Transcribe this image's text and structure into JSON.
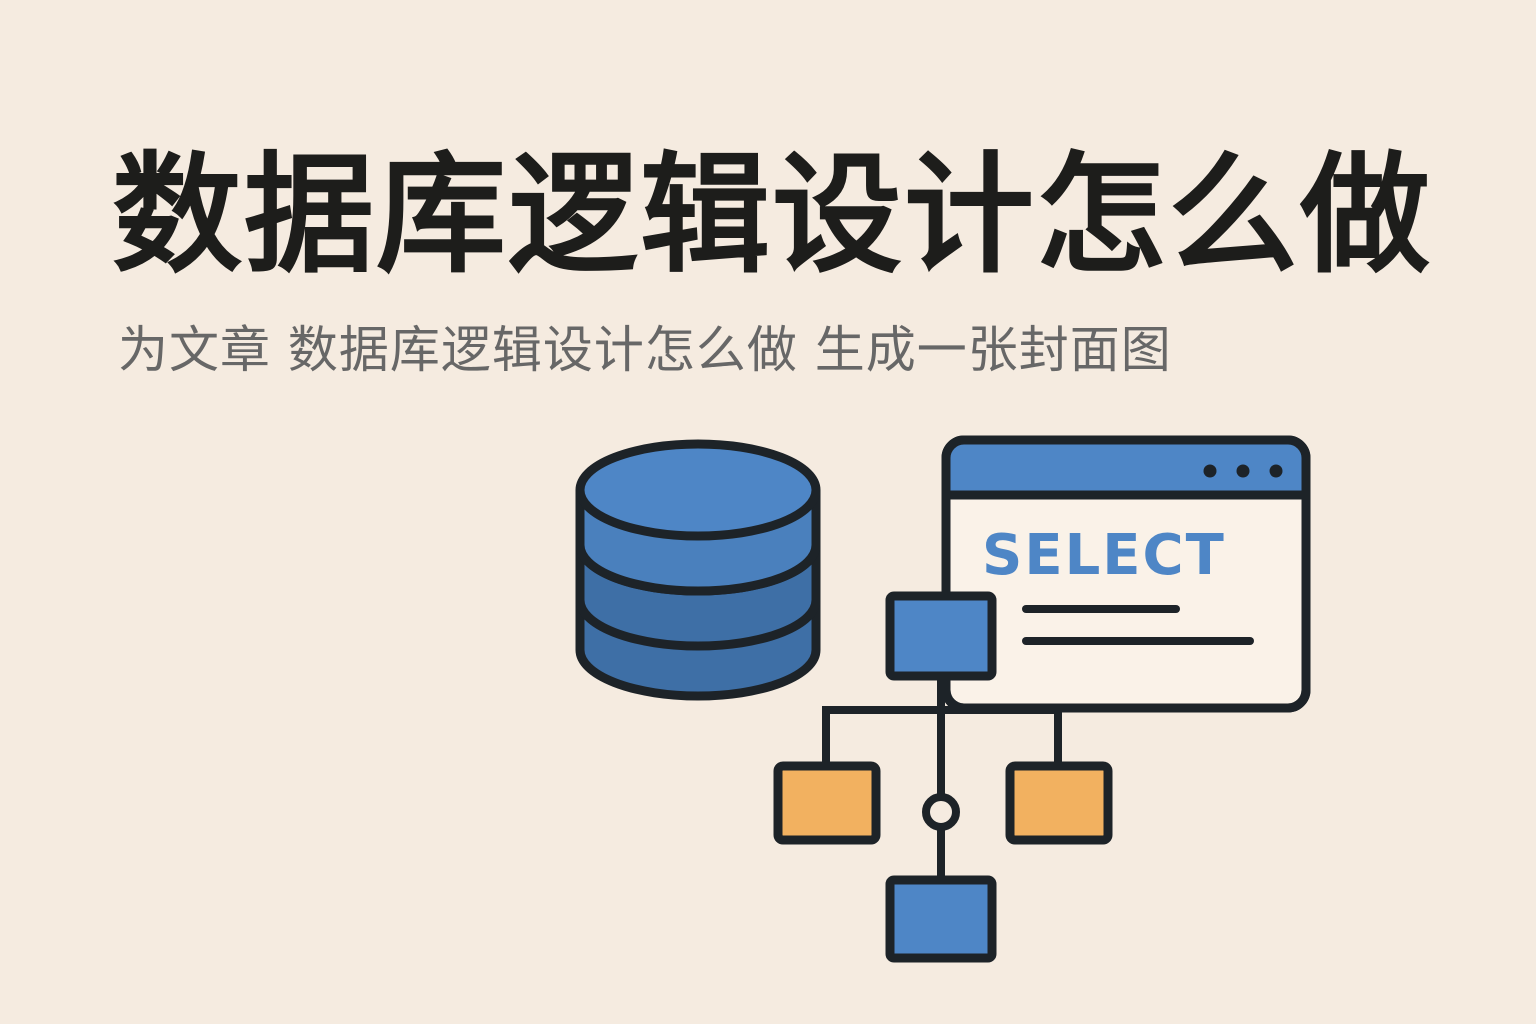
{
  "cover": {
    "title": "数据库逻辑设计怎么做",
    "subtitle": "为文章 数据库逻辑设计怎么做 生成一张封面图"
  },
  "window": {
    "code_keyword": "SELECT"
  },
  "colors": {
    "background": "#f5ebe0",
    "blue": "#4e86c6",
    "dark_blue": "#3e6fa6",
    "orange": "#f2b160",
    "outline": "#1d2328"
  },
  "icons": [
    "database-icon",
    "browser-window-icon",
    "tree-diagram-icon"
  ]
}
